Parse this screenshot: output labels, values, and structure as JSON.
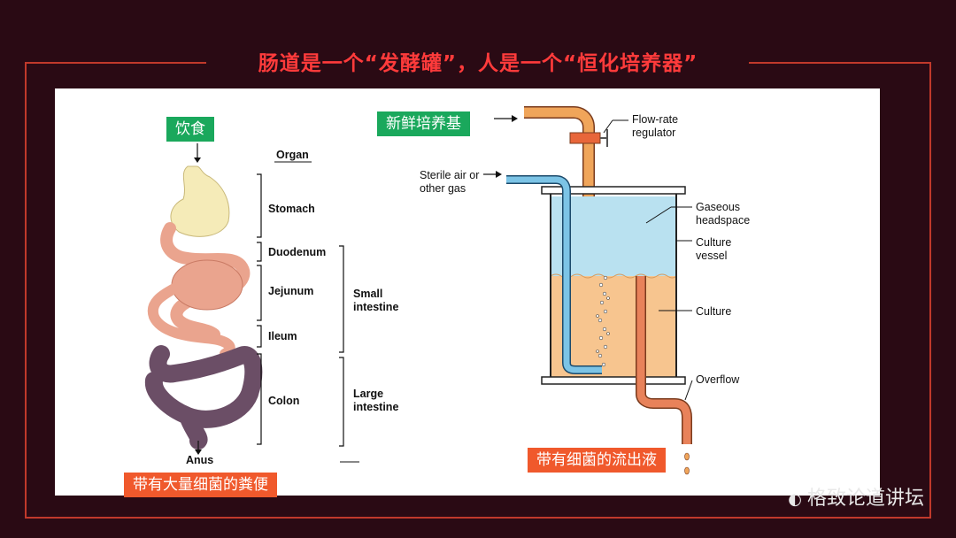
{
  "title": "肠道是一个“发酵罐”，人是一个“恒化培养器”",
  "left": {
    "top_label": "饮食",
    "organ_header": "Organ",
    "organs": [
      "Stomach",
      "Duodenum",
      "Jejunum",
      "Ileum",
      "Colon"
    ],
    "groups": [
      "Small intestine",
      "Large intestine"
    ],
    "anus": "Anus",
    "bottom_label": "带有大量细菌的粪便"
  },
  "right": {
    "top_label": "新鲜培养基",
    "flow_rate": "Flow-rate regulator",
    "sterile_air": "Sterile air or other gas",
    "gaseous": "Gaseous headspace",
    "vessel": "Culture vessel",
    "culture": "Culture",
    "overflow": "Overflow",
    "bottom_label": "带有细菌的流出液"
  },
  "watermark": "格致论道讲坛",
  "colors": {
    "title": "#ff3b3b",
    "green_label": "#1aa85c",
    "orange_label": "#f0592c",
    "frame": "#c0392b",
    "culture_fill": "#f7c58f",
    "headspace_fill": "#b9e1f0"
  }
}
